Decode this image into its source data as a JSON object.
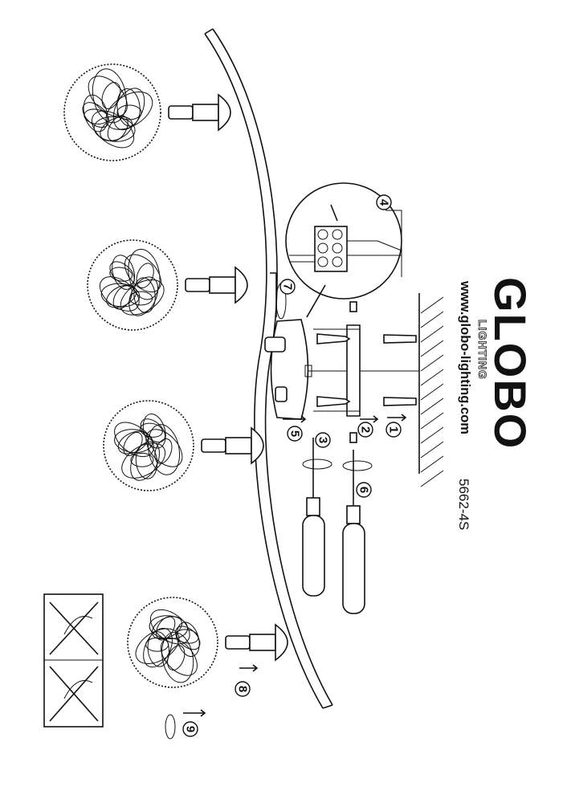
{
  "brand": {
    "name": "GLOBO",
    "sub": "LIGHTING",
    "url": "www.globo-lighting.com"
  },
  "model": "5662-4S",
  "steps": [
    "1",
    "2",
    "3",
    "4",
    "5",
    "6",
    "7",
    "8",
    "9"
  ]
}
